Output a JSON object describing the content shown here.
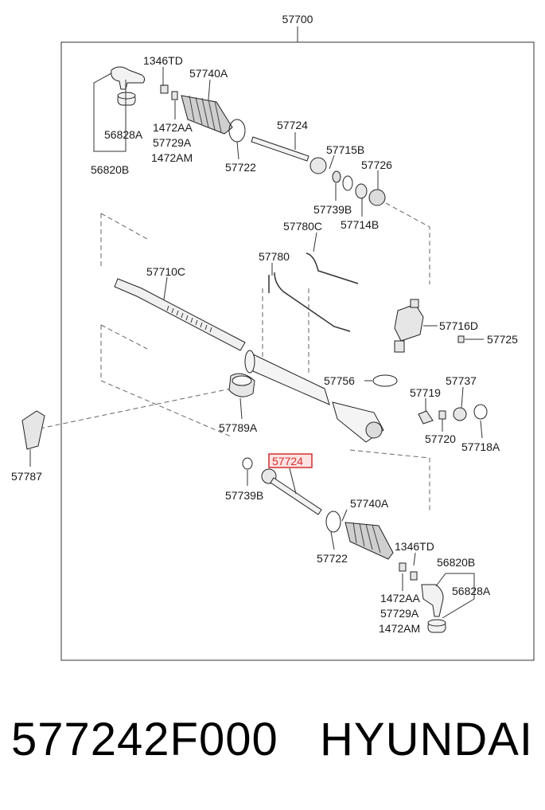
{
  "diagram": {
    "assembly_label": "57700",
    "highlight_color": "#d23030",
    "labels": [
      "1346TD",
      "57740A",
      "56828A",
      "1472AA",
      "57729A",
      "1472AM",
      "56820B",
      "57724",
      "57722",
      "57715B",
      "57726",
      "57739B",
      "57714B",
      "57780C",
      "57780",
      "57710C",
      "57716D",
      "57725",
      "57756",
      "57737",
      "57719",
      "57720",
      "57718A",
      "57789A",
      "57787",
      "57724",
      "57739B",
      "57740A",
      "57722",
      "1346TD",
      "56820B",
      "56828A",
      "1472AA",
      "57729A",
      "1472AM"
    ]
  },
  "footer": {
    "part_number": "577242F000",
    "brand": "HYUNDAI"
  }
}
